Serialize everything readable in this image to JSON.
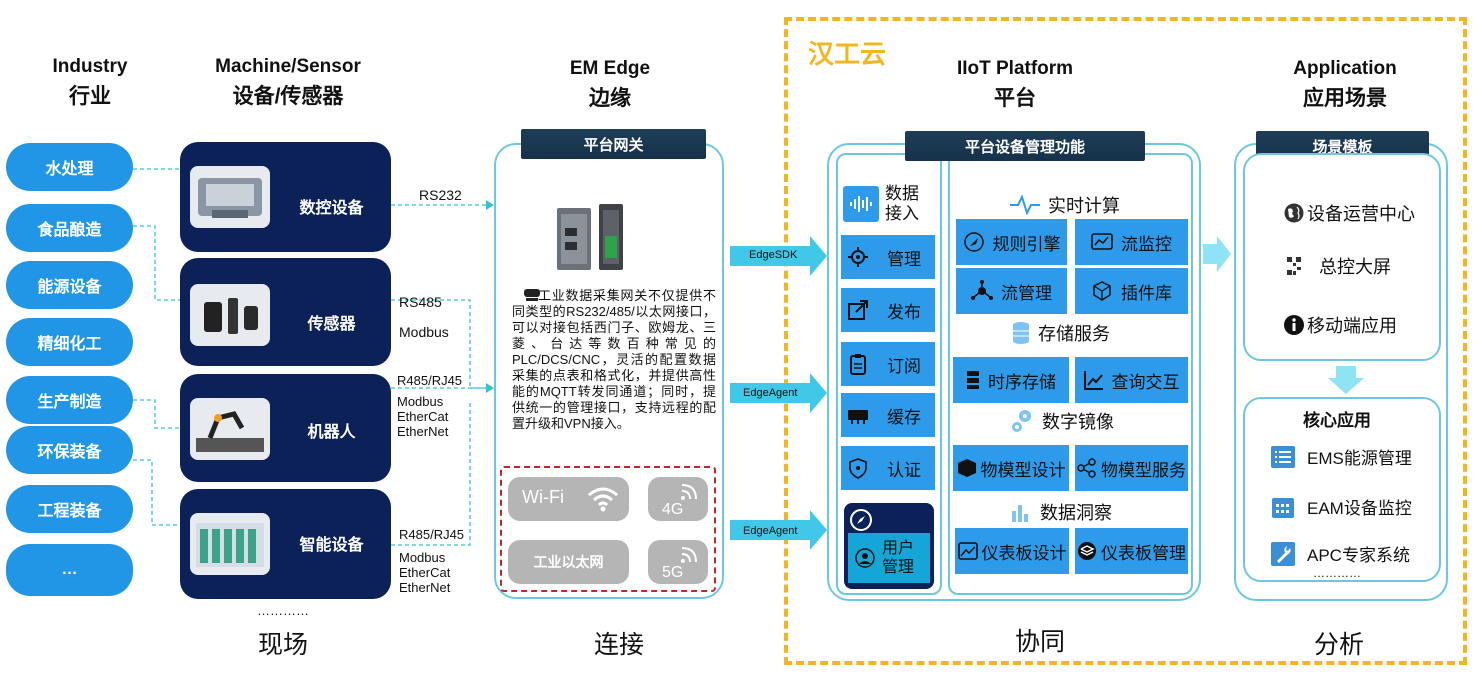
{
  "columns": {
    "industry": {
      "en": "Industry",
      "zh": "行业",
      "footer": "现场"
    },
    "machine": {
      "en": "Machine/Sensor",
      "zh": "设备/传感器",
      "more": "…………"
    },
    "edge": {
      "en": "EM Edge",
      "zh": "边缘",
      "footer": "连接"
    },
    "platform": {
      "en": "IIoT Platform",
      "zh": "平台",
      "footer": "协同"
    },
    "application": {
      "en": "Application",
      "zh": "应用场景",
      "footer": "分析"
    }
  },
  "cloud_label": "汉工云",
  "industries": [
    "水处理",
    "食品酿造",
    "能源设备",
    "精细化工",
    "生产制造",
    "环保装备",
    "工程装备",
    "…"
  ],
  "machines": [
    {
      "label": "数控设备",
      "protocols": [
        "RS232"
      ]
    },
    {
      "label": "传感器",
      "protocols": [
        "RS485",
        "Modbus"
      ]
    },
    {
      "label": "机器人",
      "protocols": [
        "R485/RJ45",
        "Modbus",
        "EtherCat",
        "EtherNet"
      ]
    },
    {
      "label": "智能设备",
      "protocols": [
        "R485/RJ45",
        "Modbus",
        "EtherCat",
        "EtherNet"
      ]
    }
  ],
  "gateway": {
    "banner": "平台网关",
    "description": "工业数据采集网关不仅提供不同类型的RS232/485/以太网接口，可以对接包括西门子、欧姆龙、三菱、台达等数百种常见的PLC/DCS/CNC，灵活的配置数据采集的点表和格式化，并提供高性 能的MQTT转发同通道；同时，提供统一的管理接口，支持远程的配置升级和VPN接入。",
    "networks": {
      "wifi": "Wi-Fi",
      "g4": "4G",
      "ethernet": "工业以太网",
      "g5": "5G"
    }
  },
  "links": [
    "EdgeSDK",
    "EdgeAgent",
    "EdgeAgent"
  ],
  "platform": {
    "banner": "平台设备管理功能",
    "modules": [
      {
        "label": "数据\n接入",
        "icon": "waveform-icon"
      },
      {
        "label": "管理",
        "icon": "gear-icon"
      },
      {
        "label": "发布",
        "icon": "publish-icon"
      },
      {
        "label": "订阅",
        "icon": "clipboard-icon"
      },
      {
        "label": "缓存",
        "icon": "memory-icon"
      },
      {
        "label": "认证",
        "icon": "shield-icon"
      },
      {
        "label": "用户\n管理",
        "icon": "user-icon"
      }
    ],
    "sections": [
      {
        "title": "实时计算",
        "icon": "pulse-icon",
        "items": [
          {
            "label": "规则引擎",
            "icon": "rocket-icon"
          },
          {
            "label": "流监控",
            "icon": "monitor-icon"
          },
          {
            "label": "流管理",
            "icon": "network-icon"
          },
          {
            "label": "插件库",
            "icon": "cube-icon"
          }
        ]
      },
      {
        "title": "存储服务",
        "icon": "database-icon",
        "items": [
          {
            "label": "时序存储",
            "icon": "server-icon"
          },
          {
            "label": "查询交互",
            "icon": "chart-icon"
          }
        ]
      },
      {
        "title": "数字镜像",
        "icon": "gears-icon",
        "items": [
          {
            "label": "物模型设计",
            "icon": "box-icon"
          },
          {
            "label": "物模型服务",
            "icon": "share-icon"
          }
        ]
      },
      {
        "title": "数据洞察",
        "icon": "bars-icon",
        "items": [
          {
            "label": "仪表板设计",
            "icon": "image-icon"
          },
          {
            "label": "仪表板管理",
            "icon": "layers-icon"
          }
        ]
      }
    ]
  },
  "application": {
    "banner": "场景模板",
    "scenes": [
      {
        "label": "设备运营中心",
        "icon": "globe-icon"
      },
      {
        "label": "总控大屏",
        "icon": "qr-icon"
      },
      {
        "label": "移动端应用",
        "icon": "info-icon"
      }
    ],
    "core_title": "核心应用",
    "core": [
      {
        "label": "EMS能源管理",
        "icon": "list-icon"
      },
      {
        "label": "EAM设备监控",
        "icon": "calendar-icon"
      },
      {
        "label": "APC专家系统",
        "icon": "wrench-icon"
      }
    ],
    "more": "…………"
  },
  "colors": {
    "navy": "#0b2157",
    "blue": "#2196e6",
    "module_blue": "#2e9bea",
    "cyan": "#6cc7df",
    "arrow": "#41c7e8",
    "gold": "#f5b51c",
    "banner": "#1e3d57"
  }
}
